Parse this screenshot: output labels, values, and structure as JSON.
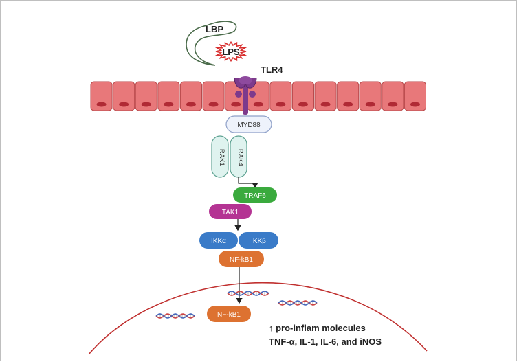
{
  "labels": {
    "lbp": "LBP",
    "lps": "LPS",
    "tlr4": "TLR4",
    "myd88": "MYD88",
    "irak1": "IRAK1",
    "irak4": "IRAK4",
    "traf6": "TRAF6",
    "tak1": "TAK1",
    "ikka": "IKKα",
    "ikkb": "IKKβ",
    "nfkb1_cyto": "NF-kB1",
    "nfkb1_nuc": "NF-kB1",
    "outcome_line1": "↑ pro-inflam molecules",
    "outcome_line2": "TNF-α, IL-1, IL-6, and iNOS"
  },
  "colors": {
    "cell_fill": "#e8787a",
    "cell_stroke": "#b84a4c",
    "cell_nucleus": "#b02a35",
    "tlr4": "#7d3a8c",
    "myd88_fill": "#eef2fb",
    "irak_fill": "#dff3ef",
    "traf6": "#3aaa3d",
    "tak1": "#b43493",
    "ikk": "#3a7bc8",
    "nfkb1": "#dd7231",
    "lps": "#d83030",
    "membrane_nuclear": "#c0302f",
    "dna_a": "#cc4444",
    "dna_b": "#4466bb"
  },
  "icons": {
    "lbp": "lbp-protein-icon",
    "lps": "lps-starburst-icon",
    "tlr4": "tlr4-receptor-icon",
    "dna": "dna-strand-icon"
  }
}
